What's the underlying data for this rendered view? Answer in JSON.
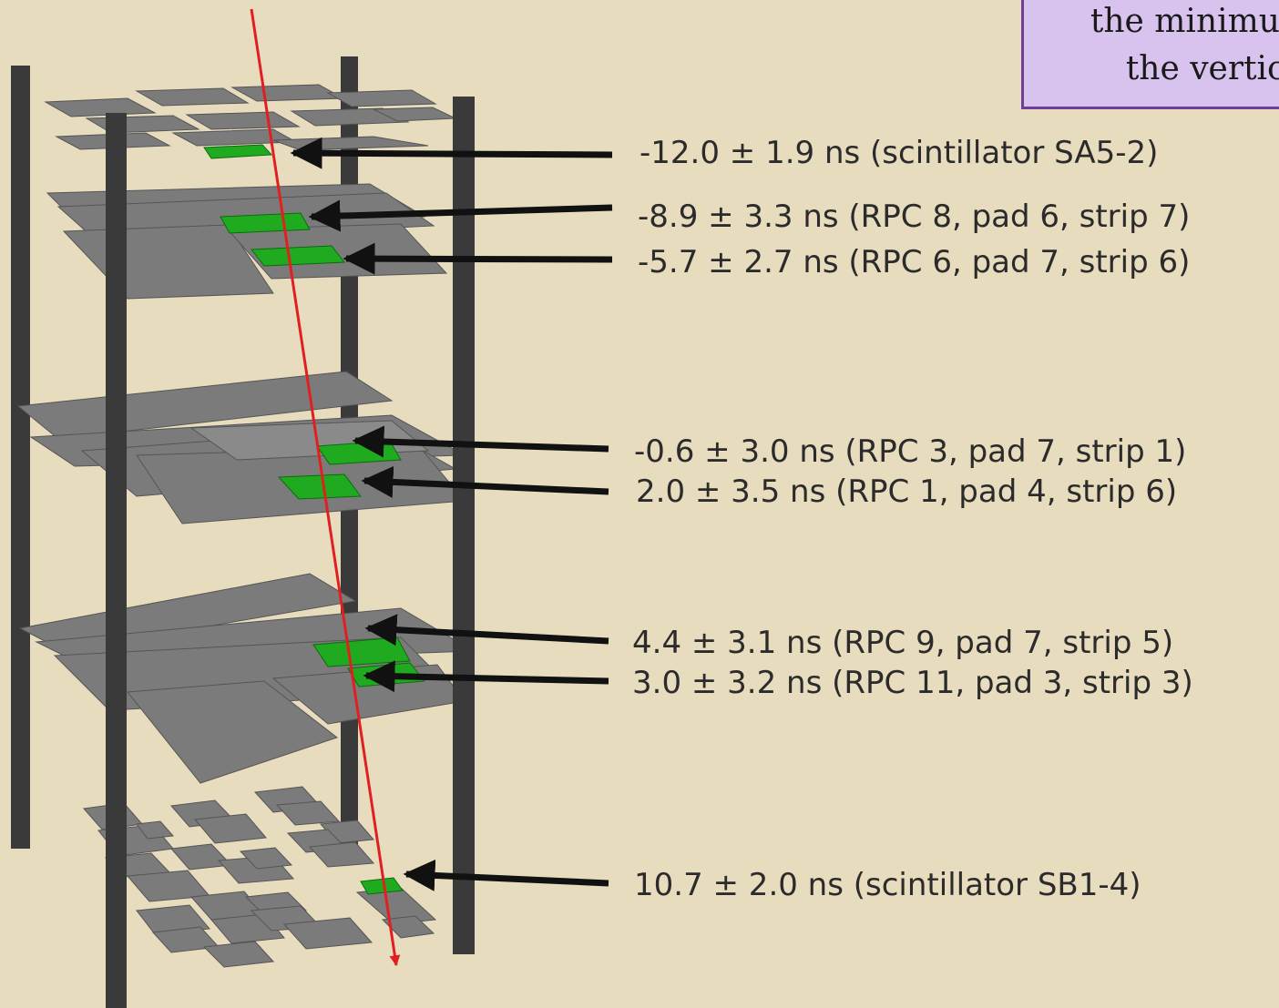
{
  "callout": {
    "line1": "the minimum",
    "line2": "the vertical",
    "background": "#d8c2ee",
    "border": "#6f3e9c"
  },
  "annotations": [
    {
      "text": "-12.0 ± 1.9 ns (scintillator SA5-2)"
    },
    {
      "text": "-8.9 ± 3.3 ns (RPC 8, pad 6, strip 7)"
    },
    {
      "text": "-5.7 ± 2.7 ns (RPC 6, pad 7, strip 6)"
    },
    {
      "text": "-0.6 ± 3.0 ns (RPC 3, pad 7, strip 1)"
    },
    {
      "text": "2.0 ± 3.5 ns (RPC 1, pad 4, strip 6)"
    },
    {
      "text": "4.4 ± 3.1 ns (RPC 9, pad 7, strip 5)"
    },
    {
      "text": "3.0 ± 3.2 ns (RPC 11, pad 3, strip 3)"
    },
    {
      "text": "10.7 ± 2.0 ns (scintillator SB1-4)"
    }
  ],
  "colors": {
    "track": "#e02020",
    "hit": "#1faa1f",
    "panel": "#7b7b7b",
    "pillar": "#3a3a3a",
    "arrow": "#111111",
    "background": "#e8dcbf"
  }
}
